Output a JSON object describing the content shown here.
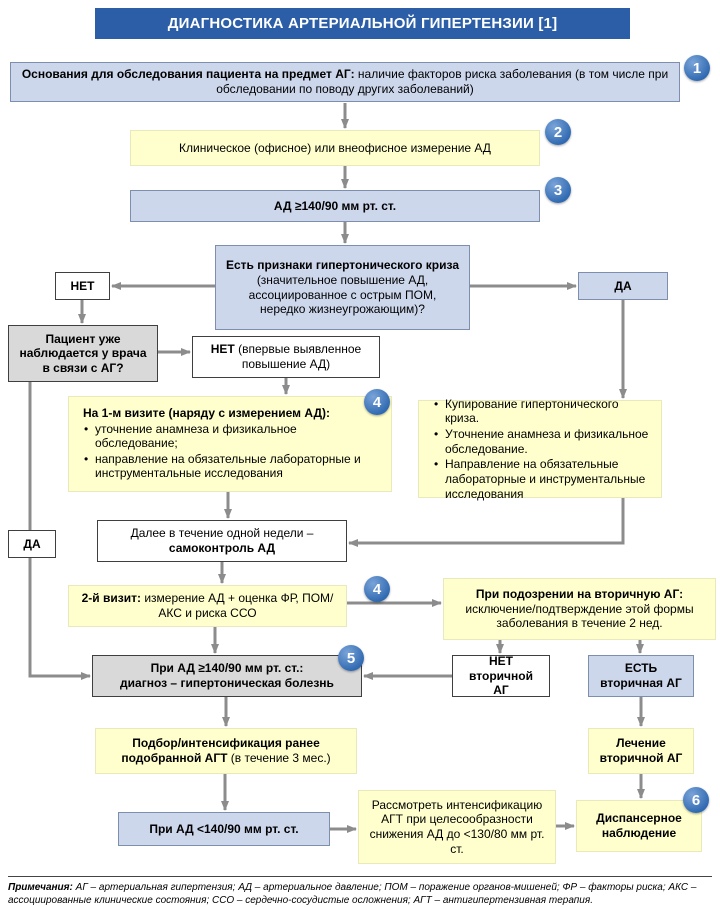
{
  "header": {
    "title": "ДИАГНОСТИКА АРТЕРИАЛЬНОЙ ГИПЕРТЕНЗИИ [1]"
  },
  "badges": {
    "b1": "1",
    "b2": "2",
    "b3": "3",
    "b4a": "4",
    "b4b": "4",
    "b5": "5",
    "b6": "6"
  },
  "flow": {
    "grounds": {
      "bold": "Основания для обследования пациента на предмет АГ:",
      "rest": "наличие факторов риска заболевания (в том числе при обследовании по поводу других заболеваний)"
    },
    "measure": "Клиническое (офисное) или внеофисное измерение АД",
    "bp_high": "АД ≥140/90 мм рт. ст.",
    "crisis": {
      "bold": "Есть признаки гипертонического криза",
      "rest": "(значительное повышение АД, ассоциированное с острым ПОМ, нередко жизнеугрожающим)?"
    },
    "no_label": "НЕТ",
    "yes_label": "ДА",
    "observed": "Пациент уже наблюдается у врача в связи с АГ?",
    "newly": {
      "bold": "НЕТ",
      "rest": "(впервые выявленное повышение АД)"
    },
    "visit1": {
      "title": "На 1-м визите (наряду с измерением АД):",
      "items": [
        "уточнение анамнеза и физикальное обследование;",
        "направление на обязательные лабораторные и инструментальные исследования"
      ]
    },
    "crisis_mgmt": {
      "items": [
        "Купирование гипертонического криза.",
        "Уточнение анамнеза и физикальное обследование.",
        "Направление на обязательные лабораторные и инструментальные исследования"
      ]
    },
    "selfcontrol": {
      "line1": "Далее в течение одной недели –",
      "line2": "самоконтроль АД"
    },
    "yes_left": "ДА",
    "visit2": {
      "bold": "2-й визит:",
      "rest": "измерение АД + оценка ФР, ПОМ/АКС и риска ССО"
    },
    "suspect_secondary": {
      "bold": "При подозрении на вторичную АГ:",
      "rest": "исключение/подтверждение этой формы заболевания в течение 2 нед."
    },
    "diagnosis": {
      "line1": "При АД ≥140/90 мм рт. ст.:",
      "line2": "диагноз – гипертоническая болезнь"
    },
    "no_secondary": {
      "line1": "НЕТ",
      "line2": "вторичной АГ"
    },
    "yes_secondary": {
      "line1": "ЕСТЬ",
      "line2": "вторичная АГ"
    },
    "titration": {
      "bold": "Подбор/интенсификация ранее подобранной АГТ",
      "rest": "(в течение 3 мес.)"
    },
    "treat_secondary": {
      "line1": "Лечение",
      "line2": "вторичной АГ"
    },
    "bp_low": "При АД <140/90 мм рт. ст.",
    "consider": "Рассмотреть интенсификацию АГТ при целесообразности снижения АД до <130/80 мм рт. ст.",
    "dispensary": {
      "line1": "Диспансерное",
      "line2": "наблюдение"
    }
  },
  "footnote": {
    "label": "Примечания:",
    "text": "АГ – артериальная гипертензия; АД – артериальное давление; ПОМ – поражение органов-мишеней; ФР – факторы риска; АКС – ассоциированные клинические состояния; ССО – сердечно-сосудистые осложнения; АГТ – антигипертензивная терапия."
  }
}
